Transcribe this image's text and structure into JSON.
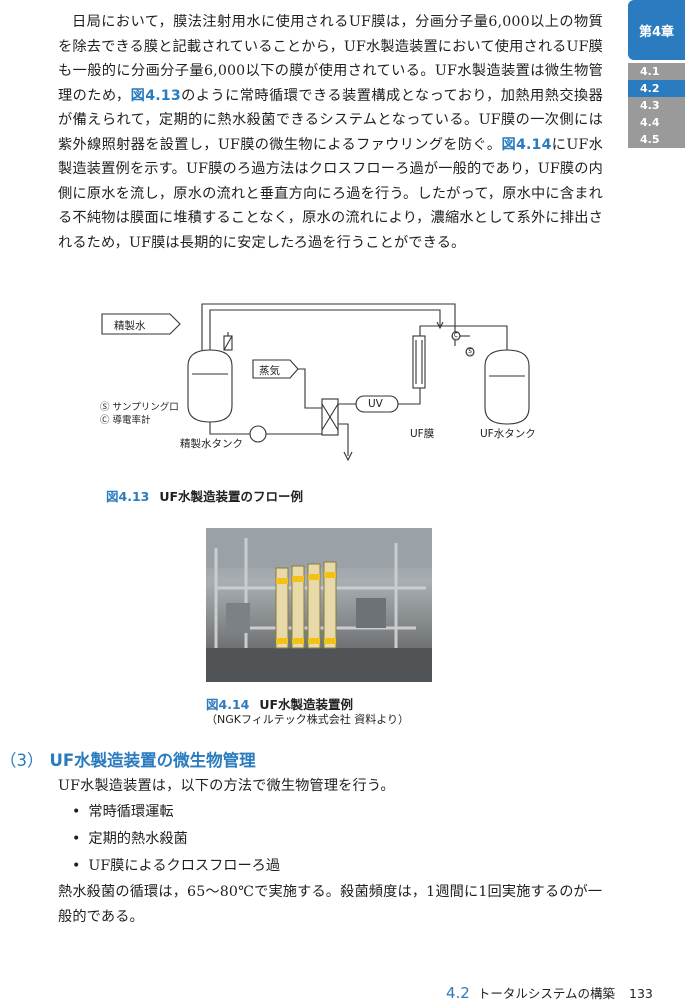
{
  "body_lines": [
    "日局において，膜法注射用水に使用されるUF膜は，分画分子量6,000以上の物質を",
    "除去できる膜と記載されていることから，UF水製造装置において使用されるUF膜も",
    "一般的に分画分子量6,000以下の膜が使用されている。UF水製造装置は微生物管理のた",
    "め，",
    "図4.13",
    "のように常時循環できる装置構成となっており，加熱用熱交換器が備えら",
    "れて，定期的に熱水殺菌できるシステムとなっている。UF膜の一次側には紫外線照射",
    "器を設置し，UF膜の微生物によるファウリングを防ぐ。",
    "図4.14",
    "にUF水製造装置例を",
    "示す。UF膜のろ過方法はクロスフローろ過が一般的であり，UF膜の内側に原水を流し，",
    "原水の流れと垂直方向にろ過を行う。したがって，原水中に含まれる不純物は膜面に堆",
    "積することなく，原水の流れにより，濃縮水として系外に排出されるため，UF膜は長",
    "期的に安定したろ過を行うことができる。"
  ],
  "chapter_tab": {
    "chapter": "第4章",
    "sections": [
      "4.1",
      "4.2",
      "4.3",
      "4.4",
      "4.5"
    ],
    "active_section": "4.2"
  },
  "diagram": {
    "purified_water": "精製水",
    "steam": "蒸気",
    "uv": "UV",
    "sampling_legend": "Ⓢ サンプリング口",
    "conductivity_legend": "Ⓒ 導電率計",
    "purified_tank": "精製水タンク",
    "uf_membrane": "UF膜",
    "uf_tank": "UF水タンク",
    "sampling_mark": "Ⓢ",
    "conductivity_mark": "Ⓒ"
  },
  "figure_13": {
    "number": "図4.13",
    "title": "UF水製造装置のフロー例"
  },
  "figure_14": {
    "number": "図4.14",
    "title": "UF水製造装置例",
    "credit": "（NGKフィルテック株式会社 資料より）"
  },
  "section3": {
    "number": "（3）",
    "title": "UF水製造装置の微生物管理",
    "intro": "UF水製造装置は，以下の方法で微生物管理を行う。",
    "bullets": [
      "常時循環運転",
      "定期的熱水殺菌",
      "UF膜によるクロスフローろ過"
    ],
    "closing_1": "熱水殺菌の循環は，65～80℃で実施する。殺菌頻度は，1週間に1回実施するのが一",
    "closing_2": "般的である。"
  },
  "footer": {
    "section_number": "4.2",
    "section_title": "トータルシステムの構築",
    "page": "133"
  }
}
